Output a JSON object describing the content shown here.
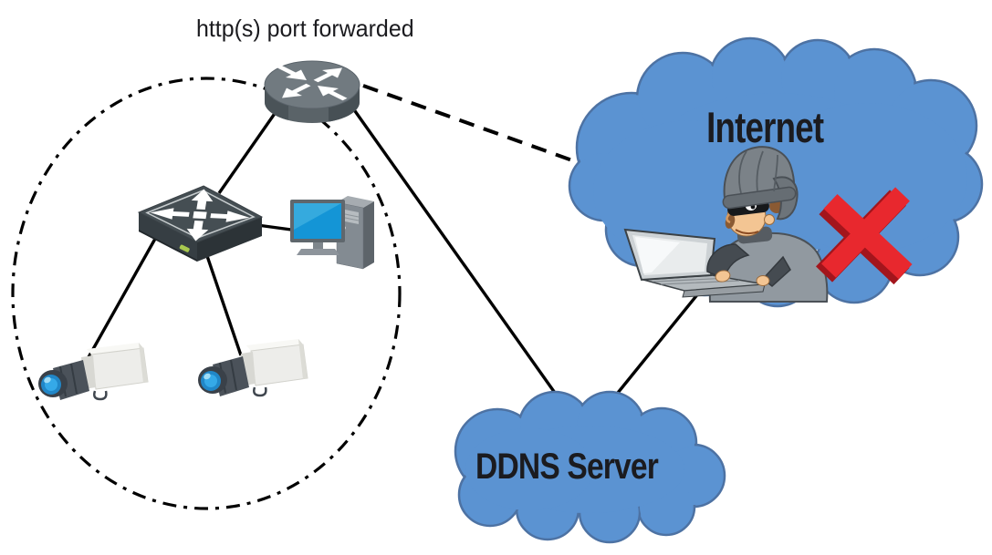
{
  "diagram": {
    "labels": {
      "port_forwarded": "http(s) port forwarded",
      "internet_cloud": "Internet",
      "ddns_cloud": "DDNS Server"
    },
    "colors": {
      "background": "#ffffff",
      "line": "#000000",
      "label_text": "#1b1b1f",
      "cloud_fill": "#5b93d2",
      "cloud_outline": "#4d72a3",
      "x_mark": "#e8282e",
      "x_mark_shadow": "#a3151c"
    },
    "nodes": [
      {
        "id": "router",
        "type": "router",
        "annotation": "http(s) port forwarded"
      },
      {
        "id": "lan-switch",
        "type": "switch"
      },
      {
        "id": "desktop-pc",
        "type": "computer"
      },
      {
        "id": "ip-camera-1",
        "type": "camera"
      },
      {
        "id": "ip-camera-2",
        "type": "camera"
      },
      {
        "id": "internet",
        "type": "cloud",
        "label": "Internet",
        "contains": [
          "hacker-with-laptop",
          "blocked-x-mark"
        ]
      },
      {
        "id": "ddns-server",
        "type": "cloud",
        "label": "DDNS Server"
      }
    ],
    "edges": [
      {
        "from": "router",
        "to": "lan-switch",
        "style": "solid"
      },
      {
        "from": "lan-switch",
        "to": "desktop-pc",
        "style": "solid"
      },
      {
        "from": "lan-switch",
        "to": "ip-camera-1",
        "style": "solid"
      },
      {
        "from": "lan-switch",
        "to": "ip-camera-2",
        "style": "solid"
      },
      {
        "from": "router",
        "to": "internet",
        "style": "dashed"
      },
      {
        "from": "router",
        "to": "ddns-server",
        "style": "solid"
      },
      {
        "from": "ddns-server",
        "to": "hacker-with-laptop",
        "style": "solid"
      },
      {
        "boundary": "lan-perimeter",
        "style": "dash-dot-ellipse",
        "around": [
          "router",
          "lan-switch",
          "desktop-pc",
          "ip-camera-1",
          "ip-camera-2"
        ]
      }
    ]
  }
}
